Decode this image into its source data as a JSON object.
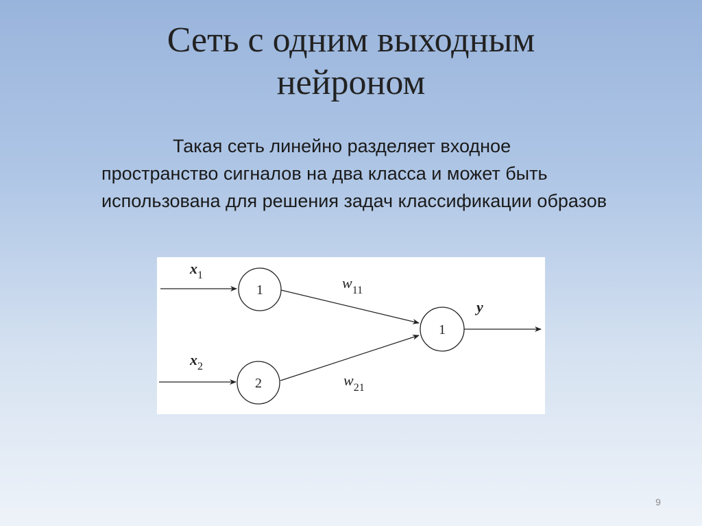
{
  "slide": {
    "title_line1": "Сеть с одним выходным",
    "title_line2": "нейроном",
    "body_text": "Такая сеть линейно разделяет входное пространство сигналов на два класса и может быть использована для решения задач классификации образов",
    "page_number": "9"
  },
  "diagram": {
    "input_labels": [
      {
        "var": "x",
        "sub": "1"
      },
      {
        "var": "x",
        "sub": "2"
      }
    ],
    "input_neurons": [
      "1",
      "2"
    ],
    "output_neuron": "1",
    "weights": [
      {
        "var": "w",
        "sub": "11"
      },
      {
        "var": "w",
        "sub": "21"
      }
    ],
    "output_label": "y"
  }
}
